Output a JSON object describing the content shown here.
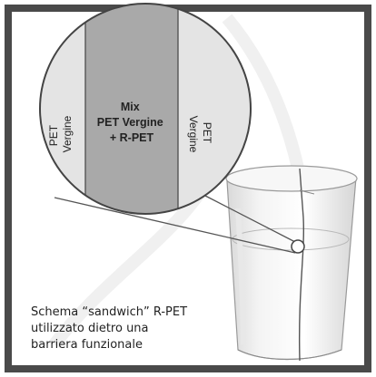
{
  "diagram": {
    "layers": {
      "outer_left": {
        "line1": "PET",
        "line2": "Vergine"
      },
      "middle": {
        "line1": "Mix",
        "line2": "PET Vergine",
        "line3": "+ R-PET"
      },
      "outer_right": {
        "line1": "PET",
        "line2": "Vergine"
      }
    },
    "caption": {
      "line1": "Schema “sandwich” R-PET",
      "line2": "utilizzato dietro una",
      "line3": "barriera funzionale"
    }
  },
  "colors": {
    "frame_border": "#4a4a4a",
    "outer_layer": "#e4e4e4",
    "middle_layer": "#a9a9a9",
    "text": "#222222"
  }
}
